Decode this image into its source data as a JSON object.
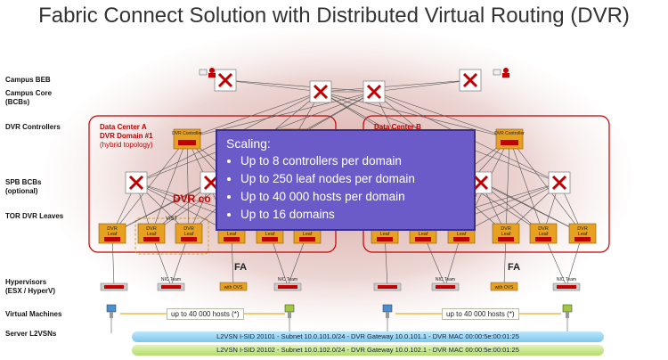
{
  "title": "Fabric Connect Solution with Distributed Virtual Routing (DVR)",
  "row_labels": {
    "campus_beb": "Campus BEB",
    "campus_core": "Campus Core",
    "campus_core_sub": "(BCBs)",
    "dvr_controllers": "DVR Controllers",
    "spb_bcbs": "SPB BCBs",
    "spb_bcbs_sub": "(optional)",
    "tor_leaves": "TOR DVR Leaves",
    "hypervisors": "Hypervisors",
    "hypervisors_sub": "(ESX / HyperV)",
    "virtual_machines": "Virtual Machines",
    "server_l2vsns": "Server L2VSNs"
  },
  "datacenter_a": {
    "name": "Data Center A",
    "domain": "DVR Domain #1",
    "topology": "(hybrid topology)"
  },
  "datacenter_b": {
    "name": "Data Center B"
  },
  "node_labels": {
    "controller": "DVR Controller",
    "leaf_line1": "DVR",
    "leaf_line2": "Leaf",
    "vist": "VIST",
    "nic_team": "NIC Team",
    "with_ovs": "with OVS",
    "fa": "FA"
  },
  "dvr_partial": "DVR co",
  "scaling": {
    "title": "Scaling:",
    "items": [
      "Up to 8 controllers per domain",
      "Up to 250 leaf nodes per domain",
      "Up to 40 000 hosts per domain",
      "Up to 16 domains"
    ]
  },
  "hosts_label": "up to 40 000 hosts (*)",
  "l2vsn": [
    "L2VSN I-SID 20101 - Subnet 10.0.101.0/24 - DVR Gateway 10.0.101.1 - DVR MAC 00:00:5e:00:01:25",
    "L2VSN I-SID 20102 - Subnet 10.0.102.0/24 - DVR Gateway 10.0.102.1 - DVR MAC 00:00:5e:00:01:25"
  ],
  "colors": {
    "accent_red": "#c00000",
    "scaling_bg": "#6b5bc8",
    "band_blue": "#8fd0f0",
    "band_green": "#c8e88a",
    "switch_fill": "#e8a020"
  }
}
